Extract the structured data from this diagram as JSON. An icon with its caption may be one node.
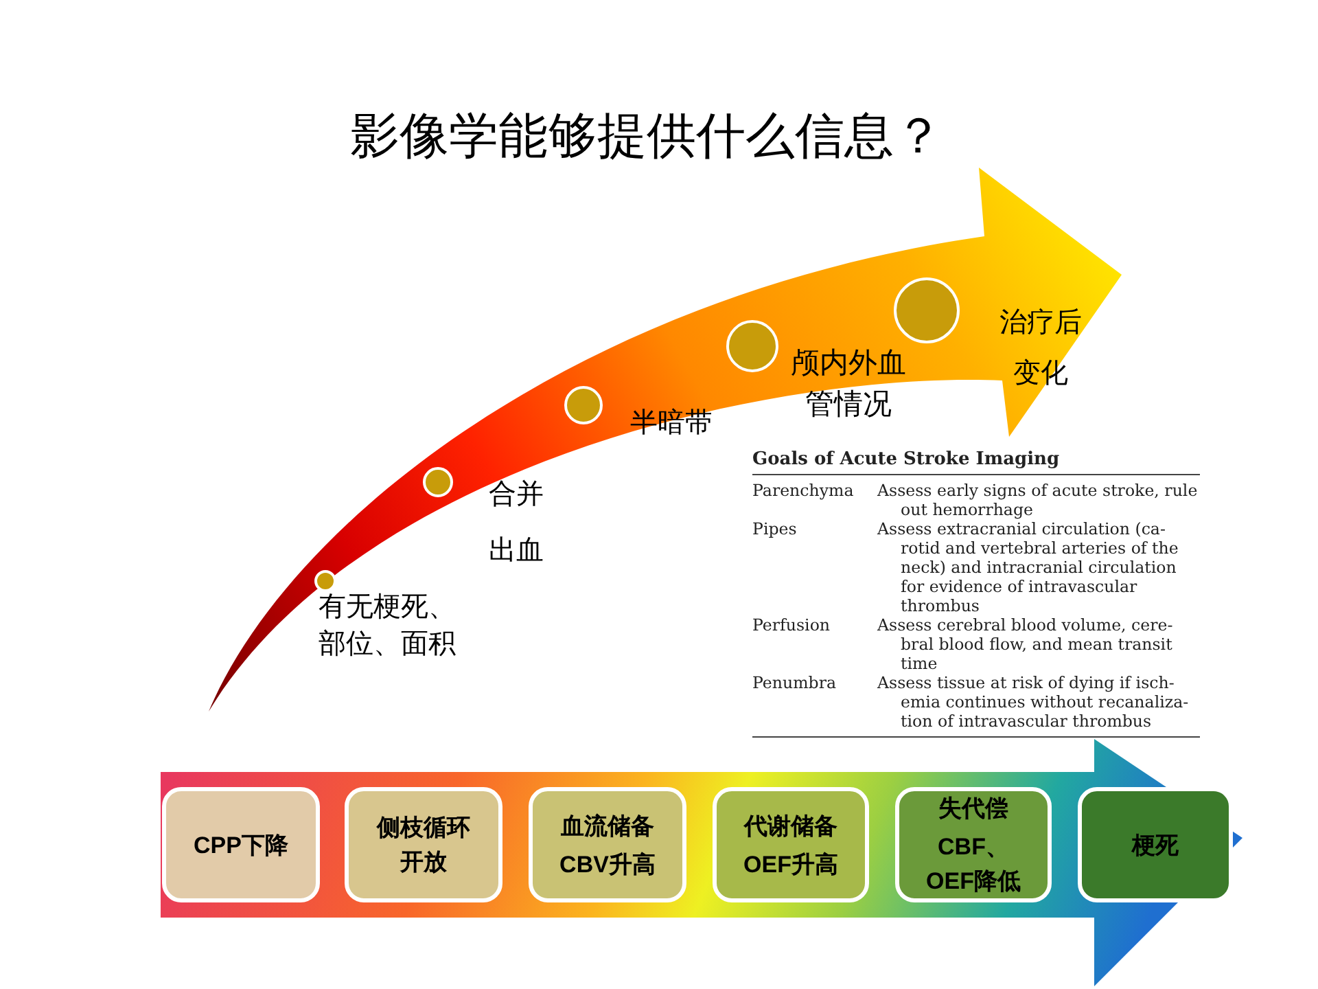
{
  "diagram": {
    "title": "影像学能够提供什么信息？",
    "nodes": [
      {
        "text": [],
        "shape": "circle",
        "beside": [
          "有无梗死、部位、面积"
        ]
      },
      {
        "text": [],
        "shape": "circle",
        "beside": [
          "合并出血"
        ]
      },
      {
        "text": [],
        "shape": "circle",
        "beside": [
          "半暗带"
        ]
      },
      {
        "text": [],
        "shape": "circle",
        "beside": [
          "颅内外血管情况"
        ]
      },
      {
        "text": [],
        "shape": "circle",
        "beside": [
          "治疗后变化"
        ]
      },
      {
        "text": [
          "CPP下降"
        ]
      },
      {
        "text": [
          "侧枝循环开放"
        ]
      },
      {
        "text": [
          "血流储备",
          "CBV升高"
        ]
      },
      {
        "text": [
          "代谢储备",
          "OEF升高"
        ]
      },
      {
        "text": [
          "失代偿",
          "CBF、OEF降低"
        ]
      },
      {
        "text": [
          "梗死"
        ]
      }
    ],
    "labels": [
      "Goals of Acute Stroke Imaging",
      "Parenchyma",
      "Assess early signs of acute stroke, rule out hemorrhage",
      "Pipes",
      "Assess extracranial circulation (ca- rotid and vertebral arteries of the neck) and intracranial circulation for evidence of intravascular thrombus",
      "Perfusion",
      "Assess cerebral blood volume, cere- bral blood flow, and mean transit time",
      "Penumbra",
      "Assess tissue at risk of dying if isch- emia continues without recanaliza- tion of intravascular thrombus"
    ]
  }
}
